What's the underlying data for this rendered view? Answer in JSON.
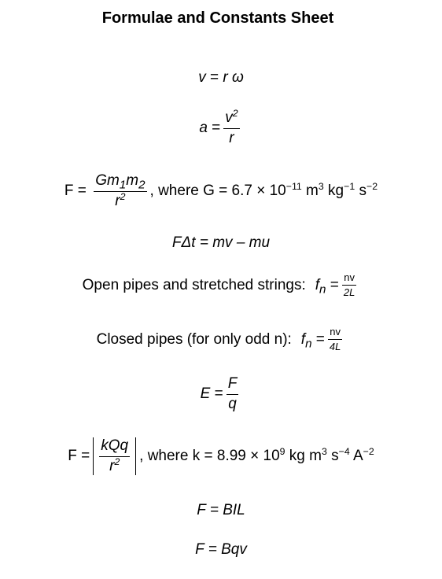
{
  "title": "Formulae and Constants Sheet",
  "f1": {
    "lhs": "v",
    "rhs": "r ω"
  },
  "f2": {
    "lhs": "a",
    "num": "v",
    "num_exp": "2",
    "den": "r"
  },
  "f3": {
    "lhs": "F",
    "num_g": "Gm",
    "num_s1": "1",
    "num_m": "m",
    "num_s2": "2",
    "den": "r",
    "den_exp": "2",
    "where": ", where G = 6.7 × 10",
    "exp1": "−11",
    "unit1": " m",
    "unit1_exp": "3",
    "unit2": " kg",
    "unit2_exp": "−1",
    "unit3": " s",
    "unit3_exp": "−2"
  },
  "f4": {
    "text": "FΔt = mv – mu"
  },
  "f5": {
    "label": "Open pipes and stretched strings:",
    "lhs": "f",
    "sub": "n",
    "num": "nv",
    "den": "2L"
  },
  "f6": {
    "label": "Closed pipes (for only odd n):",
    "lhs": "f",
    "sub": "n",
    "num": "nv",
    "den": "4L"
  },
  "f7": {
    "lhs": "E",
    "num": "F",
    "den": "q"
  },
  "f8": {
    "lhs": "F",
    "num": "kQq",
    "den": "r",
    "den_exp": "2",
    "where": ", where k = 8.99 × 10",
    "exp1": "9",
    "unit1": " kg m",
    "unit1_exp": "3",
    "unit2": " s",
    "unit2_exp": "−4",
    "unit3": " A",
    "unit3_exp": "−2"
  },
  "f9": {
    "text": "F = BIL"
  },
  "f10": {
    "text": "F = Bqv"
  }
}
